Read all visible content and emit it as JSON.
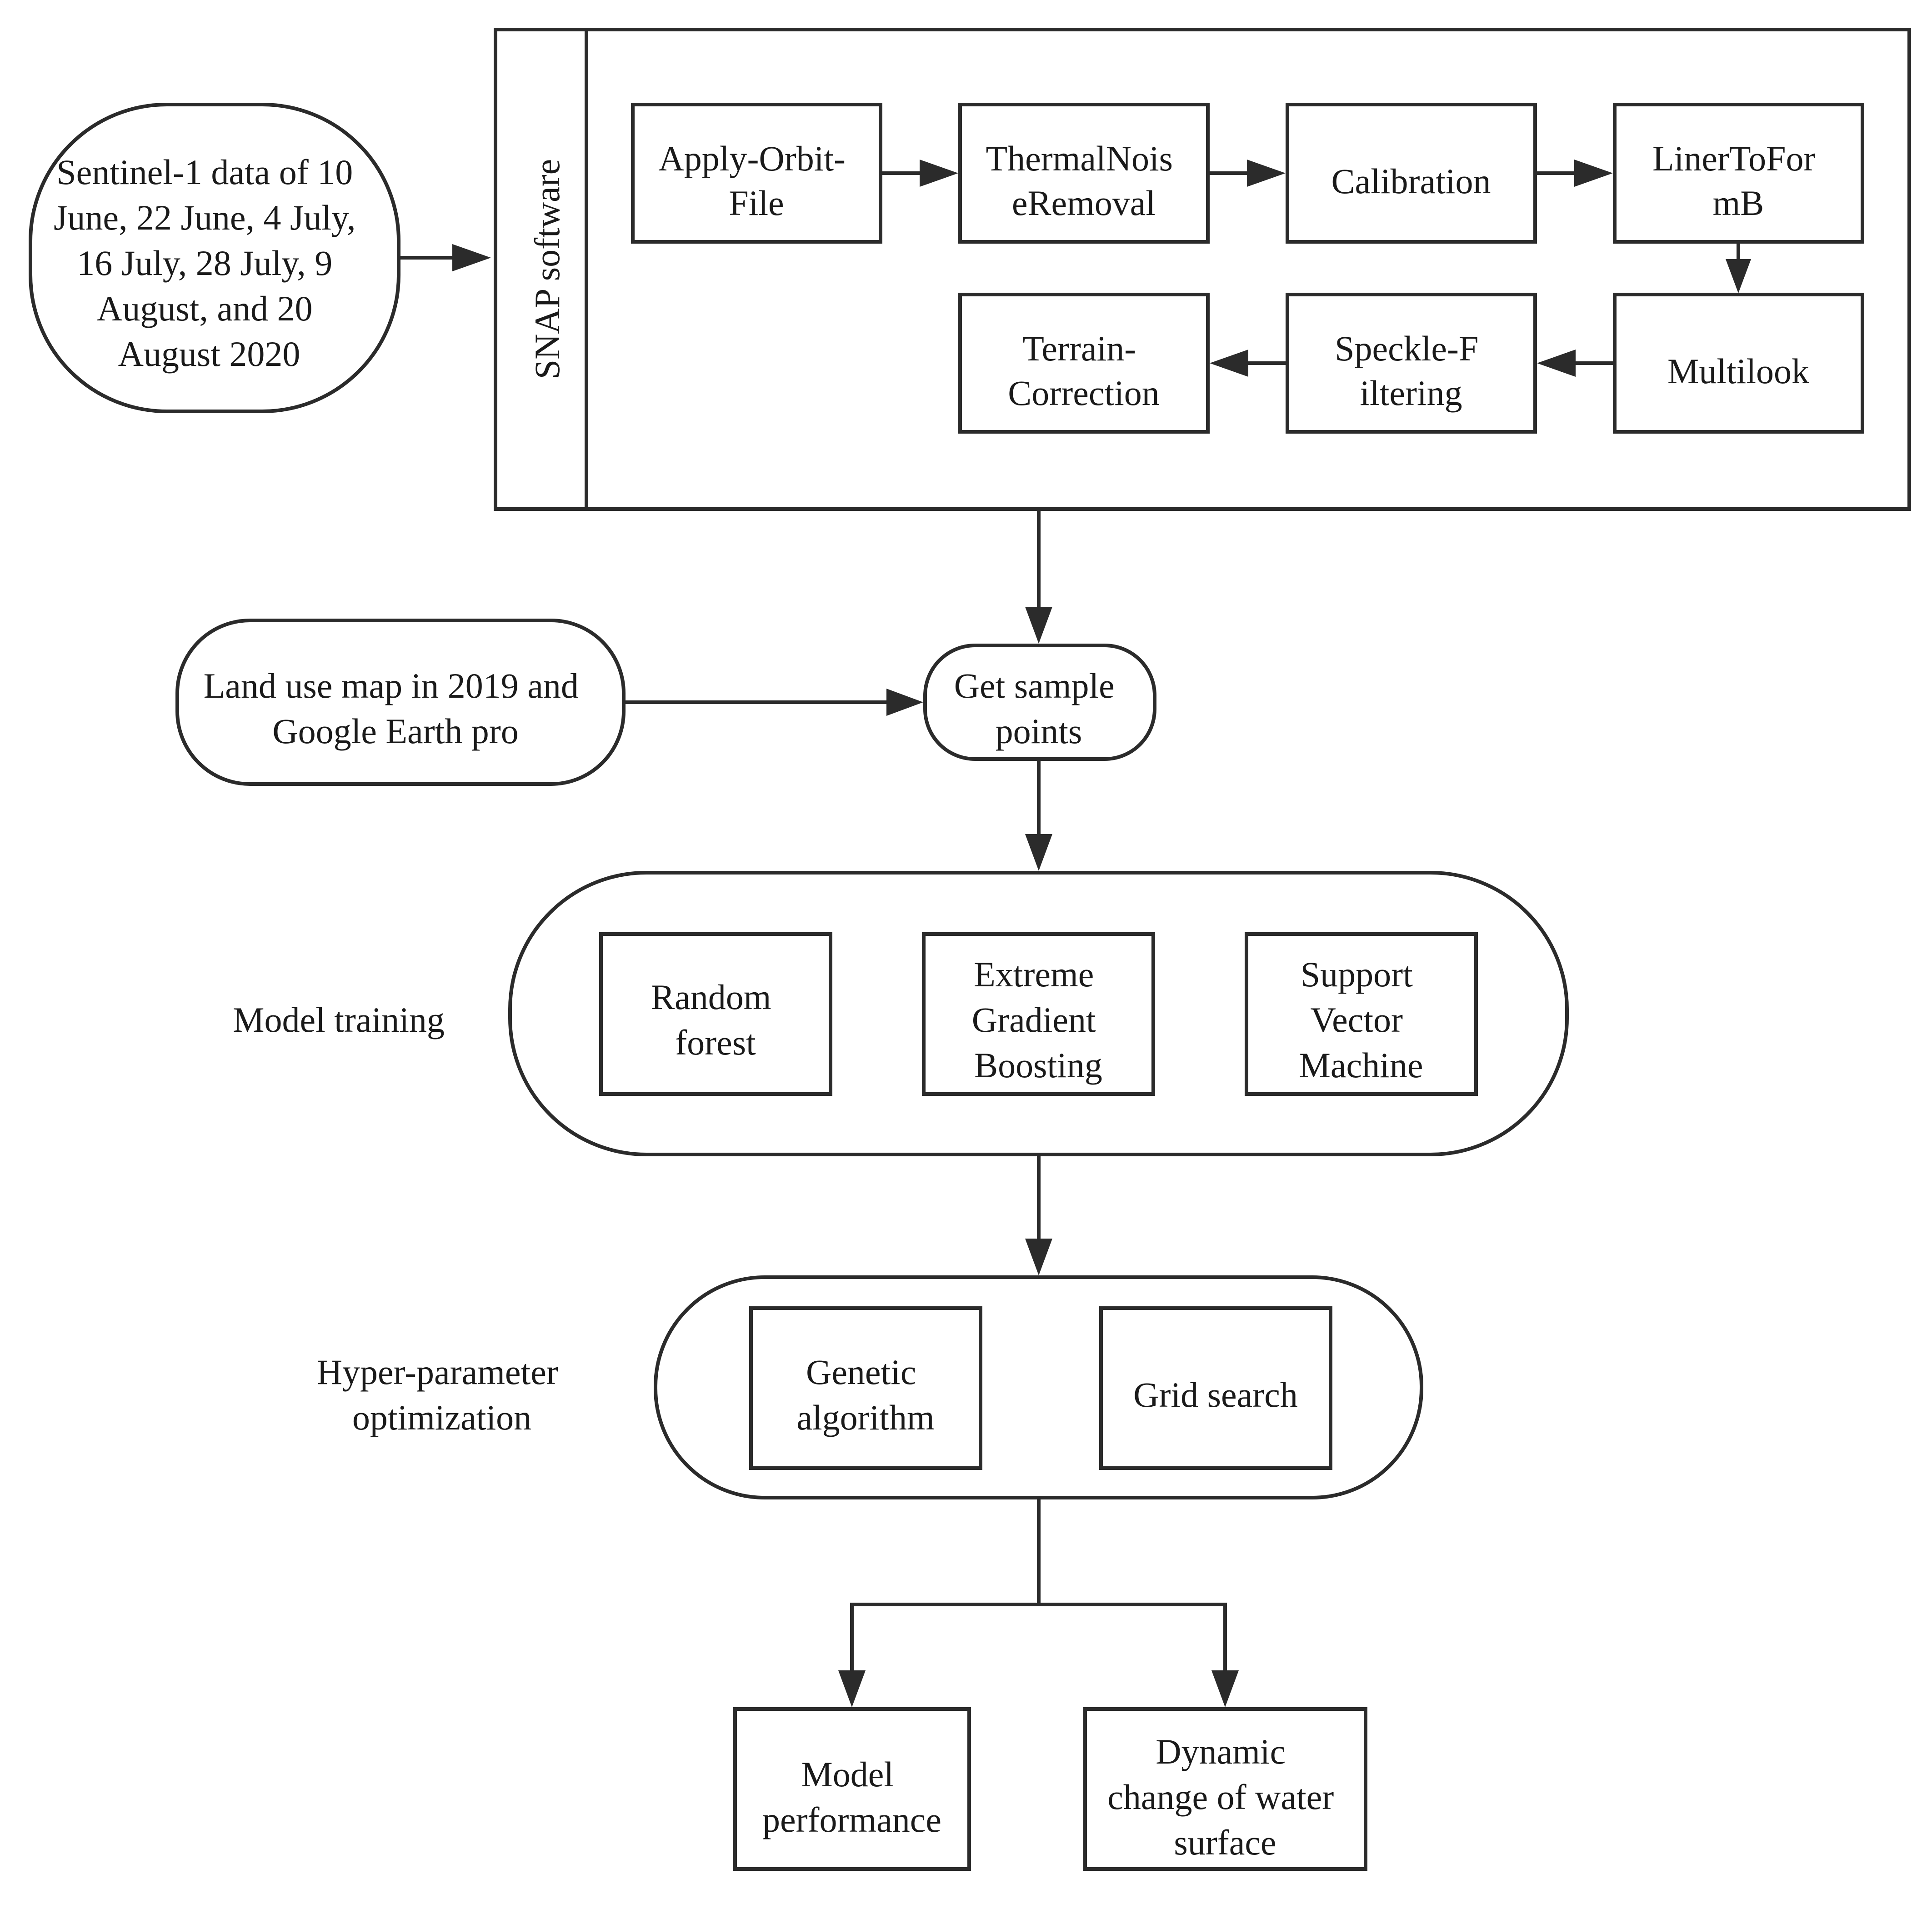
{
  "source": {
    "lines": [
      "Sentinel-1 data of 10",
      "June, 22 June, 4 July,",
      "16 July, 28 July, 9",
      "August, and 20",
      "August 2020"
    ]
  },
  "snap": {
    "title": "SNAP software",
    "steps": [
      {
        "lines": [
          "Apply-Orbit-",
          "File"
        ]
      },
      {
        "lines": [
          "ThermalNois",
          "eRemoval"
        ]
      },
      {
        "lines": [
          "Calibration"
        ]
      },
      {
        "lines": [
          "LinerToFor",
          "mB"
        ]
      },
      {
        "lines": [
          "Multilook"
        ]
      },
      {
        "lines": [
          "Speckle-F",
          "iltering"
        ]
      },
      {
        "lines": [
          "Terrain-",
          "Correction"
        ]
      }
    ]
  },
  "landuse": {
    "lines": [
      "Land use map in 2019 and",
      "Google Earth pro"
    ]
  },
  "sample": {
    "lines": [
      "Get sample",
      "points"
    ]
  },
  "training": {
    "label": "Model training",
    "models": [
      {
        "lines": [
          "Random",
          "forest"
        ]
      },
      {
        "lines": [
          "Extreme",
          "Gradient",
          "Boosting"
        ]
      },
      {
        "lines": [
          "Support",
          "Vector",
          "Machine"
        ]
      }
    ]
  },
  "optimization": {
    "label_lines": [
      "Hyper-parameter",
      "optimization"
    ],
    "methods": [
      {
        "lines": [
          "Genetic",
          "algorithm"
        ]
      },
      {
        "lines": [
          "Grid search"
        ]
      }
    ]
  },
  "outputs": [
    {
      "lines": [
        "Model",
        "performance"
      ]
    },
    {
      "lines": [
        "Dynamic",
        "change of water",
        "surface"
      ]
    }
  ]
}
